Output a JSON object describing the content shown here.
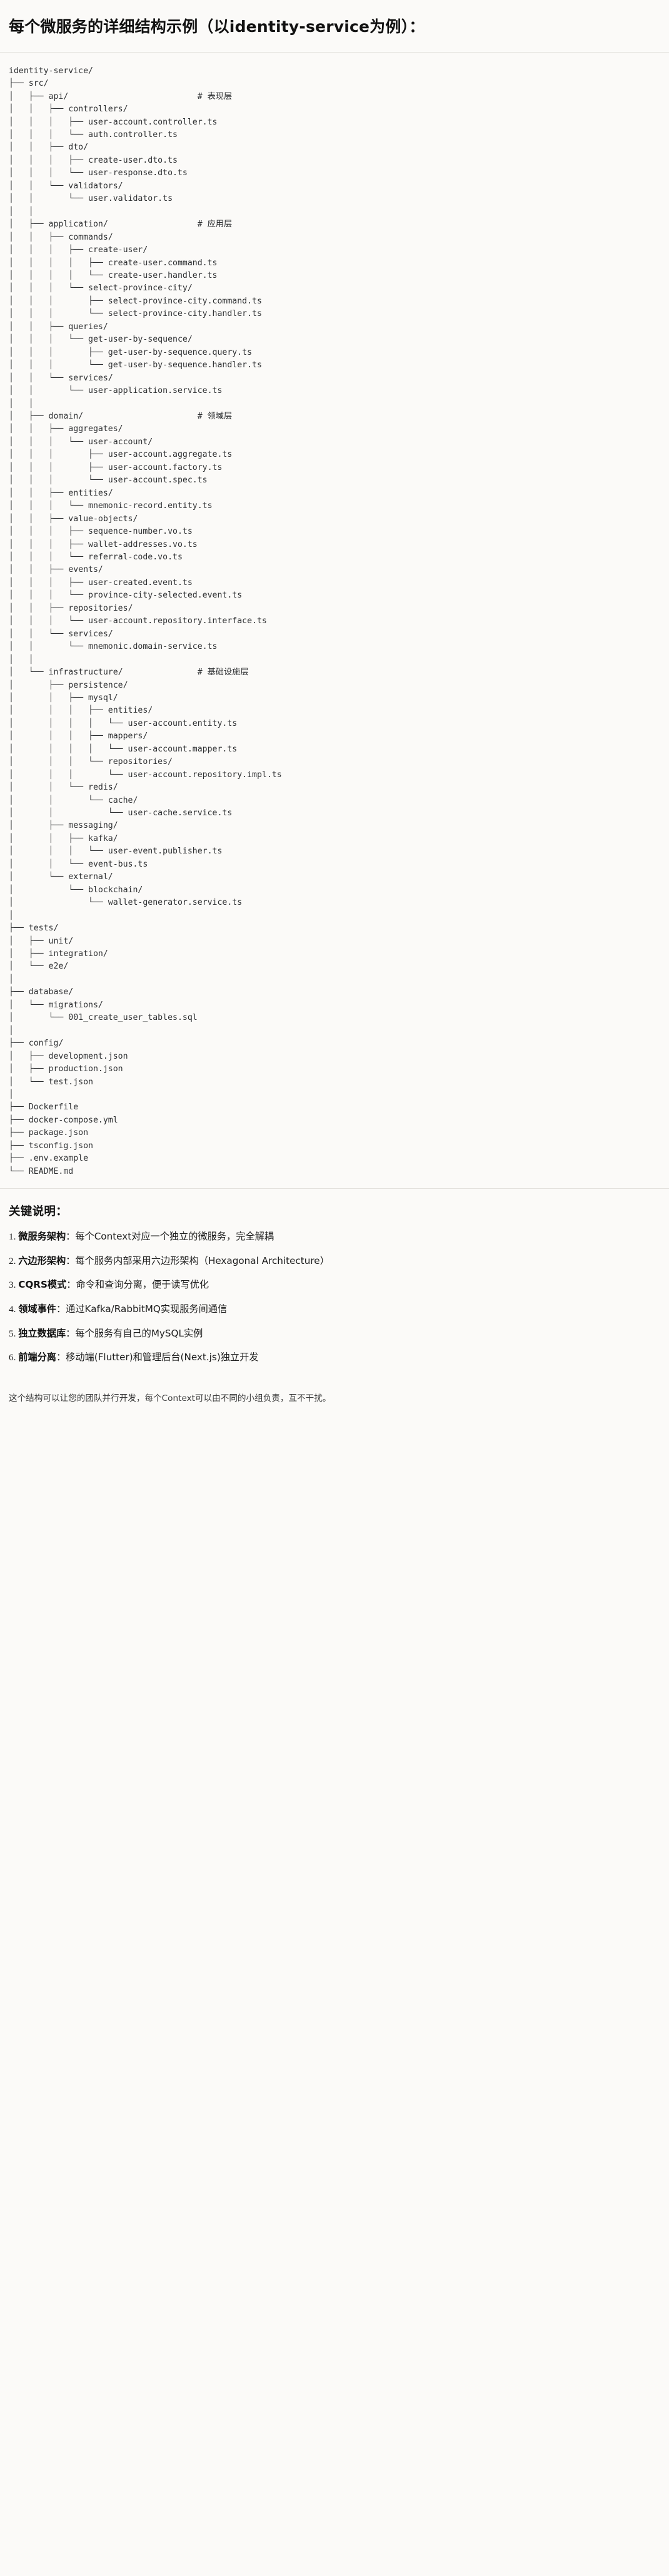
{
  "header": {
    "title_cjk_1": "每个微服务的详细结构示例",
    "title_paren": "（以identity-service为例）：",
    "title_full": "每个微服务的详细结构示例（以identity-service为例）："
  },
  "tree": {
    "root": "identity-service/",
    "comments": {
      "api": "# 表现层",
      "application": "# 应用层",
      "domain": "# 领域层",
      "infrastructure": "# 基础设施层"
    },
    "text": "identity-service/\n├── src/\n│   ├── api/                          # 表现层\n│   │   ├── controllers/\n│   │   │   ├── user-account.controller.ts\n│   │   │   └── auth.controller.ts\n│   │   ├── dto/\n│   │   │   ├── create-user.dto.ts\n│   │   │   └── user-response.dto.ts\n│   │   └── validators/\n│   │       └── user.validator.ts\n│   │\n│   ├── application/                  # 应用层\n│   │   ├── commands/\n│   │   │   ├── create-user/\n│   │   │   │   ├── create-user.command.ts\n│   │   │   │   └── create-user.handler.ts\n│   │   │   └── select-province-city/\n│   │   │       ├── select-province-city.command.ts\n│   │   │       └── select-province-city.handler.ts\n│   │   ├── queries/\n│   │   │   └── get-user-by-sequence/\n│   │   │       ├── get-user-by-sequence.query.ts\n│   │   │       └── get-user-by-sequence.handler.ts\n│   │   └── services/\n│   │       └── user-application.service.ts\n│   │\n│   ├── domain/                       # 领域层\n│   │   ├── aggregates/\n│   │   │   └── user-account/\n│   │   │       ├── user-account.aggregate.ts\n│   │   │       ├── user-account.factory.ts\n│   │   │       └── user-account.spec.ts\n│   │   ├── entities/\n│   │   │   └── mnemonic-record.entity.ts\n│   │   ├── value-objects/\n│   │   │   ├── sequence-number.vo.ts\n│   │   │   ├── wallet-addresses.vo.ts\n│   │   │   └── referral-code.vo.ts\n│   │   ├── events/\n│   │   │   ├── user-created.event.ts\n│   │   │   └── province-city-selected.event.ts\n│   │   ├── repositories/\n│   │   │   └── user-account.repository.interface.ts\n│   │   └── services/\n│   │       └── mnemonic.domain-service.ts\n│   │\n│   └── infrastructure/               # 基础设施层\n│       ├── persistence/\n│       │   ├── mysql/\n│       │   │   ├── entities/\n│       │   │   │   └── user-account.entity.ts\n│       │   │   ├── mappers/\n│       │   │   │   └── user-account.mapper.ts\n│       │   │   └── repositories/\n│       │   │       └── user-account.repository.impl.ts\n│       │   └── redis/\n│       │       └── cache/\n│       │           └── user-cache.service.ts\n│       ├── messaging/\n│       │   ├── kafka/\n│       │   │   └── user-event.publisher.ts\n│       │   └── event-bus.ts\n│       └── external/\n│           └── blockchain/\n│               └── wallet-generator.service.ts\n│\n├── tests/\n│   ├── unit/\n│   ├── integration/\n│   └── e2e/\n│\n├── database/\n│   └── migrations/\n│       └── 001_create_user_tables.sql\n│\n├── config/\n│   ├── development.json\n│   ├── production.json\n│   └── test.json\n│\n├── Dockerfile\n├── docker-compose.yml\n├── package.json\n├── tsconfig.json\n├── .env.example\n└── README.md"
  },
  "notes": {
    "title": "关键说明：",
    "items": [
      {
        "lead": "微服务架构",
        "rest": "：每个Context对应一个独立的微服务，完全解耦"
      },
      {
        "lead": "六边形架构",
        "rest": "：每个服务内部采用六边形架构（Hexagonal Architecture）"
      },
      {
        "lead": "CQRS模式",
        "rest": "：命令和查询分离，便于读写优化"
      },
      {
        "lead": "领域事件",
        "rest": "：通过Kafka/RabbitMQ实现服务间通信"
      },
      {
        "lead": "独立数据库",
        "rest": "：每个服务有自己的MySQL实例"
      },
      {
        "lead": "前端分离",
        "rest": "：移动端(Flutter)和管理后台(Next.js)独立开发"
      }
    ],
    "closing": "这个结构可以让您的团队并行开发，每个Context可以由不同的小组负责，互不干扰。"
  }
}
